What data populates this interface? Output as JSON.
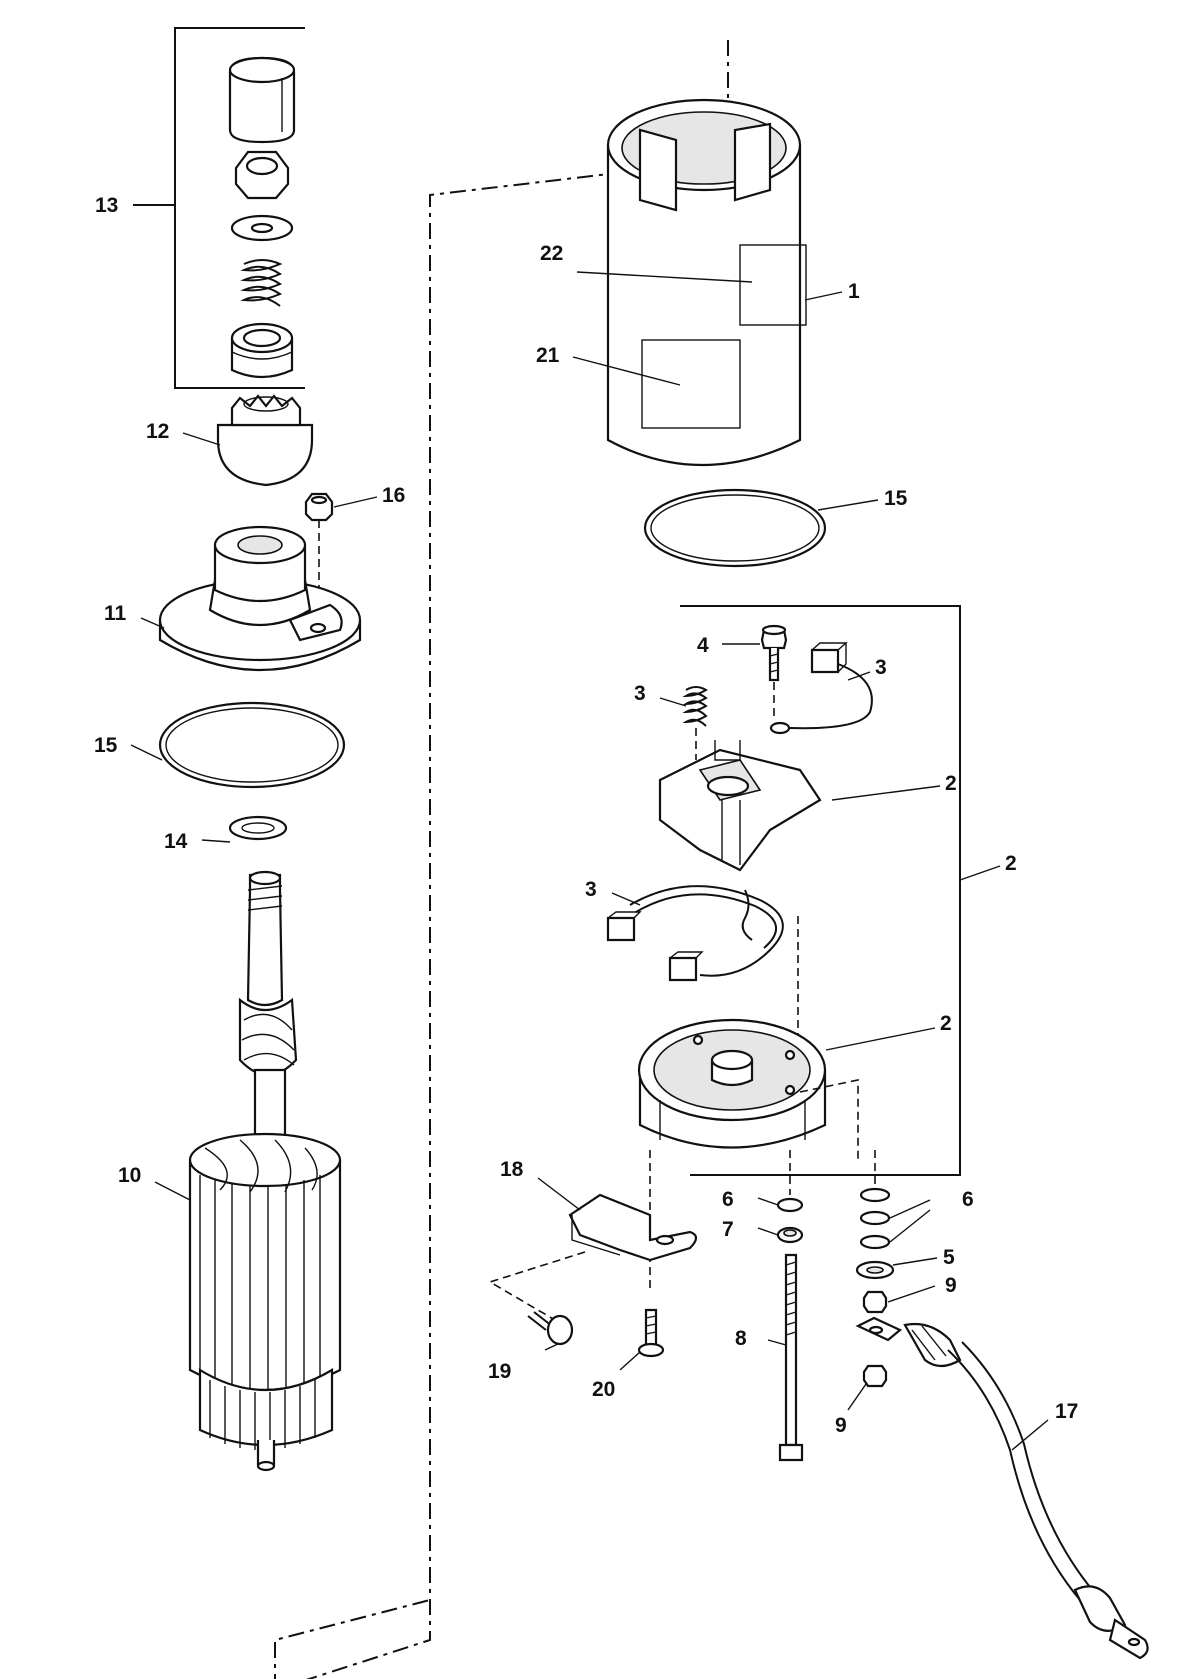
{
  "callouts": {
    "c1": "1",
    "c2a": "2",
    "c2b": "2",
    "c2c": "2",
    "c3a": "3",
    "c3b": "3",
    "c3c": "3",
    "c4": "4",
    "c5": "5",
    "c6a": "6",
    "c6b": "6",
    "c7": "7",
    "c8": "8",
    "c9a": "9",
    "c9b": "9",
    "c10": "10",
    "c11": "11",
    "c12": "12",
    "c13": "13",
    "c14": "14",
    "c15a": "15",
    "c15b": "15",
    "c16": "16",
    "c17": "17",
    "c18": "18",
    "c19": "19",
    "c20": "20",
    "c21": "21",
    "c22": "22"
  }
}
